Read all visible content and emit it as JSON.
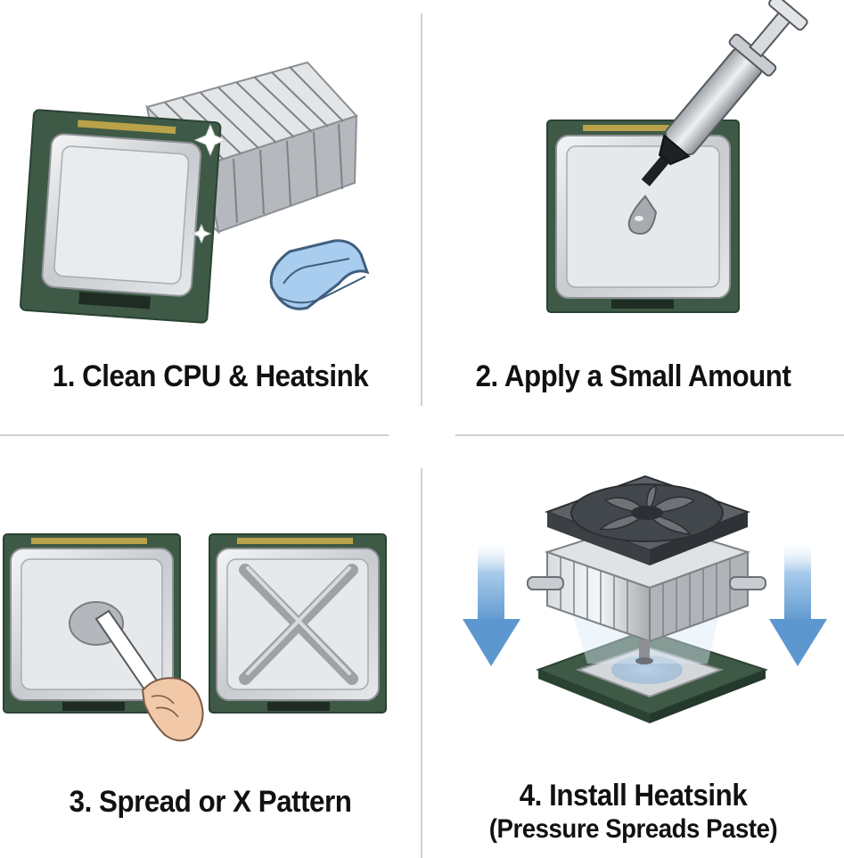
{
  "steps": [
    {
      "number": "1.",
      "title": "Clean CPU & Heatsink"
    },
    {
      "number": "2.",
      "title": "Apply a Small Amount"
    },
    {
      "number": "3.",
      "title": "Spread or X Pattern"
    },
    {
      "number": "4.",
      "title": "Install Heatsink",
      "subtitle": "(Pressure Spreads Paste)"
    }
  ],
  "colors": {
    "pcb": "#3e5a46",
    "pcb_dark": "#2b4233",
    "gold": "#b9a24a",
    "ihs": "#c9ccd0",
    "ihs_light": "#eceef0",
    "arrow": "#7fb0dc",
    "cloth": "#a9cdef"
  }
}
